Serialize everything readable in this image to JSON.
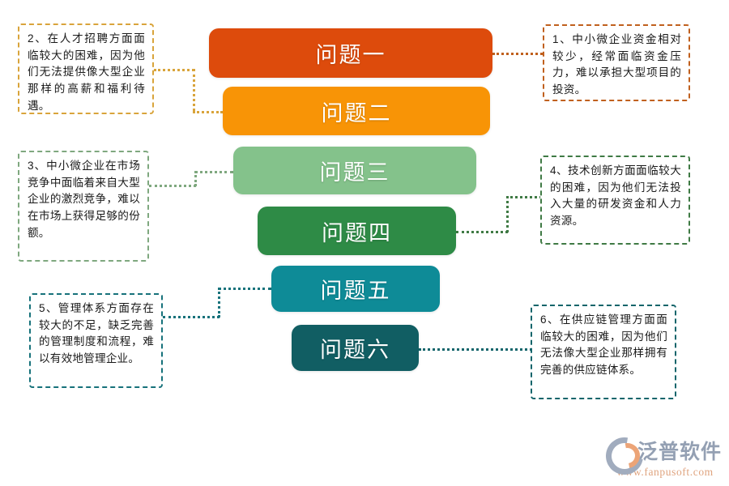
{
  "diagram": {
    "type": "funnel",
    "title": "",
    "stages": [
      {
        "label": "问题一",
        "color": "#DD4B0C"
      },
      {
        "label": "问题二",
        "color": "#F89406"
      },
      {
        "label": "问题三",
        "color": "#84C28B"
      },
      {
        "label": "问题四",
        "color": "#2E8B46"
      },
      {
        "label": "问题五",
        "color": "#0E8B97"
      },
      {
        "label": "问题六",
        "color": "#115E63"
      }
    ]
  },
  "notes": [
    {
      "id": 1,
      "side": "right",
      "text": "1、中小微企业资金相对较少，经常面临资金压力，难以承担大型项目的投资。",
      "border_color": "#C0601E"
    },
    {
      "id": 2,
      "side": "left",
      "text": "2、在人才招聘方面面临较大的困难，因为他们无法提供像大型企业那样的高薪和福利待遇。",
      "border_color": "#D9A43B"
    },
    {
      "id": 3,
      "side": "left",
      "text": "3、中小微企业在市场竞争中面临着来自大型企业的激烈竞争，难以在市场上获得足够的份额。",
      "border_color": "#7FA87F"
    },
    {
      "id": 4,
      "side": "right",
      "text": "4、技术创新方面面临较大的困难，因为他们无法投入大量的研发资金和人力资源。",
      "border_color": "#3F7A44"
    },
    {
      "id": 5,
      "side": "left",
      "text": "5、管理体系方面存在较大的不足，缺乏完善的管理制度和流程，难以有效地管理企业。",
      "border_color": "#17727B"
    },
    {
      "id": 6,
      "side": "right",
      "text": "6、在供应链管理方面面临较大的困难，因为他们无法像大型企业那样拥有完善的供应链体系。",
      "border_color": "#13656B"
    }
  ],
  "watermark": {
    "brand": "泛普软件",
    "url": "www.fanpusoft.com",
    "brand_color": "#7d8ca3",
    "url_color": "#d98f62"
  }
}
